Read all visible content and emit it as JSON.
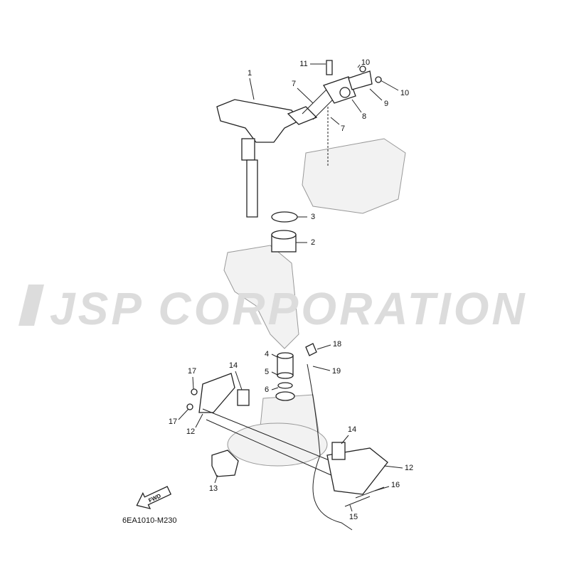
{
  "diagram_code": "6EA1010-M230",
  "fwd_label": "FWD",
  "watermark": "JSP CORPORATION",
  "callouts": [
    "1",
    "11",
    "10",
    "10",
    "7",
    "8",
    "9",
    "7",
    "3",
    "2",
    "4",
    "18",
    "5",
    "19",
    "6",
    "17",
    "14",
    "17",
    "12",
    "14",
    "12",
    "13",
    "16",
    "15"
  ]
}
